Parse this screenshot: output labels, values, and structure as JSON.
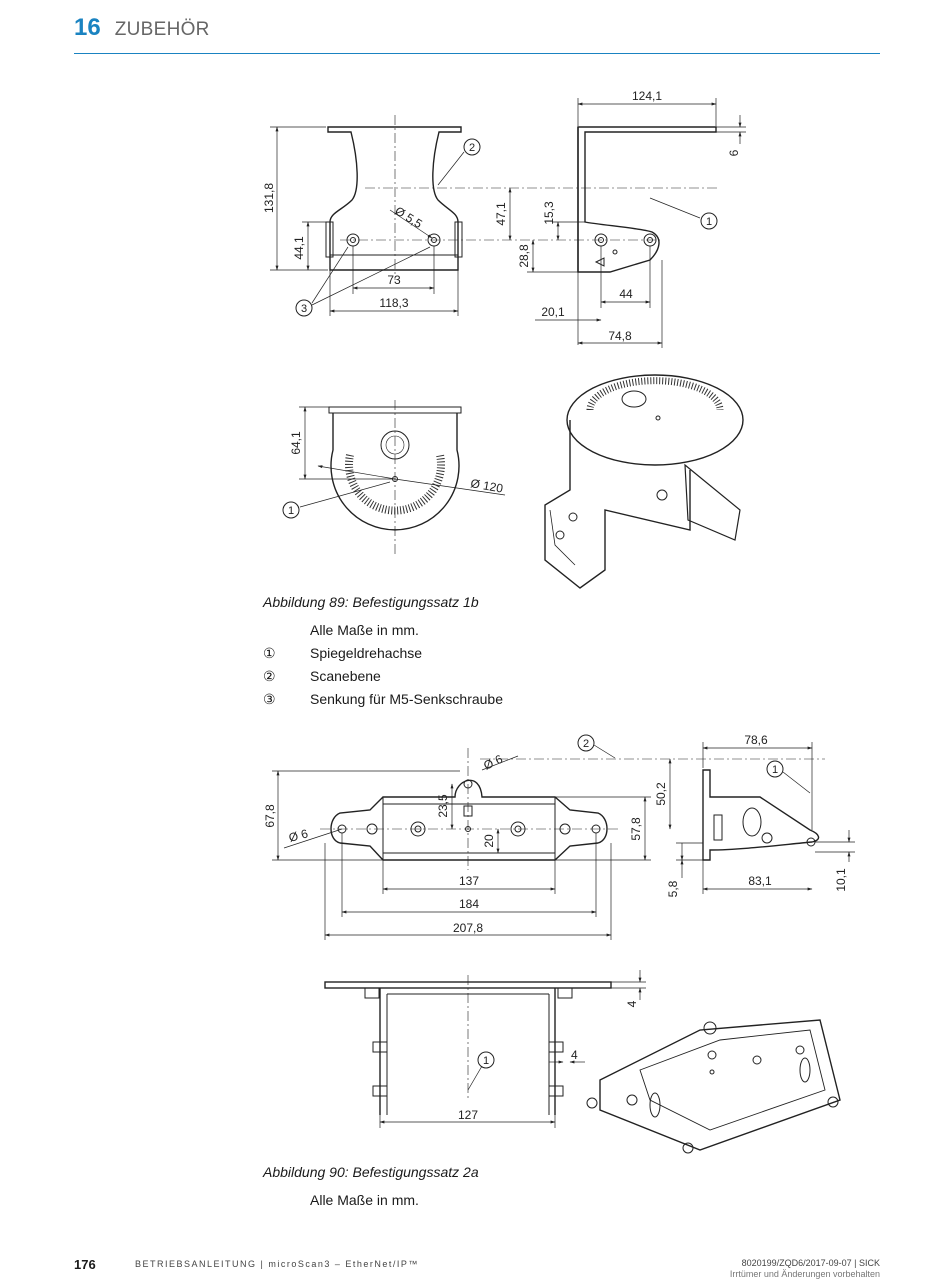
{
  "header": {
    "chapter_number": "16",
    "chapter_title": "ZUBEHÖR"
  },
  "figure89": {
    "caption": "Abbildung 89: Befestigungssatz 1b",
    "note": "Alle Maße in mm.",
    "dimensions": {
      "d124_1": "124,1",
      "d131_8": "131,8",
      "d6": "6",
      "d5_5": "Ø 5,5",
      "d47_1": "47,1",
      "d15_3": "15,3",
      "d44_1": "44,1",
      "d28_8": "28,8",
      "d73": "73",
      "d118_3": "118,3",
      "d44": "44",
      "d20_1": "20,1",
      "d74_8": "74,8",
      "d64_1": "64,1",
      "d120": "Ø 120"
    },
    "callouts": {
      "c1": "1",
      "c2": "2",
      "c3": "3"
    },
    "legend": [
      {
        "marker": "①",
        "text": "Spiegeldrehachse"
      },
      {
        "marker": "②",
        "text": "Scanebene"
      },
      {
        "marker": "③",
        "text": "Senkung für M5-Senkschraube"
      }
    ]
  },
  "figure90": {
    "caption": "Abbildung 90: Befestigungssatz 2a",
    "note": "Alle Maße in mm.",
    "dimensions": {
      "d6a": "Ø 6",
      "d78_6": "78,6",
      "d67_8": "67,8",
      "d23_5": "23,5",
      "d50_2": "50,2",
      "d57_8": "57,8",
      "d6b": "Ø 6",
      "d20": "20",
      "d137": "137",
      "d184": "184",
      "d207_8": "207,8",
      "d5_8": "5,8",
      "d83_1": "83,1",
      "d10_1": "10,1",
      "d4a": "4",
      "d4b": "4",
      "d127": "127"
    },
    "callouts": {
      "c1": "1",
      "c2": "2",
      "c1b": "1"
    }
  },
  "footer": {
    "page_number": "176",
    "doc_title": "BETRIEBSANLEITUNG | microScan3 – EtherNet/IP™",
    "doc_id": "8020199/ZQD6/2017-09-07 | SICK",
    "disclaimer": "Irrtümer und Änderungen vorbehalten"
  }
}
